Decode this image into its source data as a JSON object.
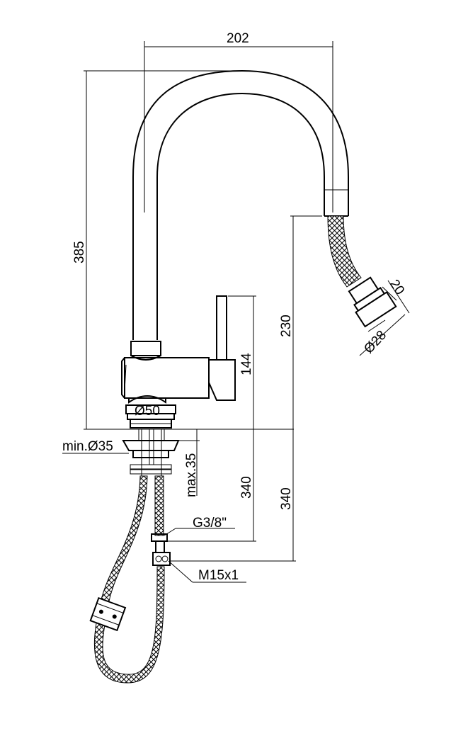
{
  "dimensions": {
    "spout_reach": "202",
    "total_height": "385",
    "outlet_height": "230",
    "handle_height": "144",
    "base_diameter": "Ø50",
    "hole_diameter": "min.Ø35",
    "max_deck_thickness": "max.35",
    "hose_length_supply": "340",
    "hose_length_outlet": "340",
    "supply_thread": "G3/8\"",
    "connector_thread": "M15x1",
    "spray_head_length": "20",
    "spray_head_diameter": "Ø28"
  },
  "colors": {
    "line": "#000000",
    "background": "#ffffff"
  }
}
